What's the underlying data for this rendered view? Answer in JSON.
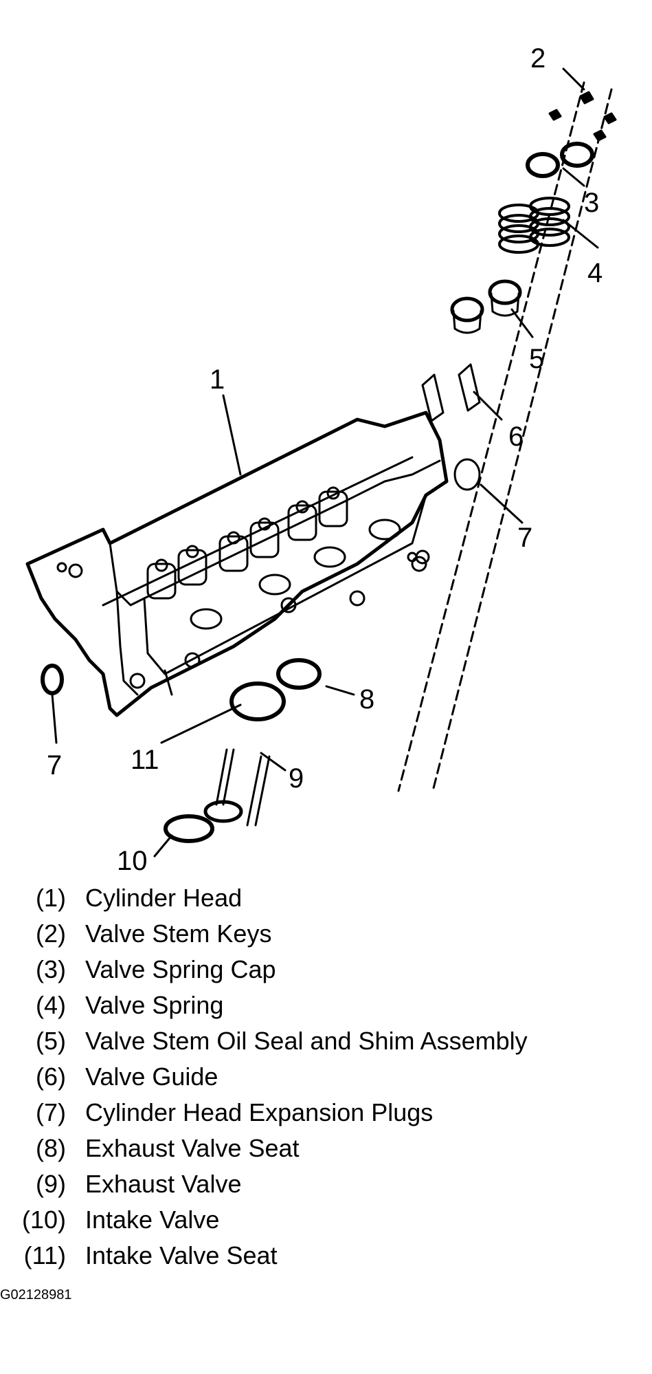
{
  "callouts": [
    {
      "num": "1"
    },
    {
      "num": "2"
    },
    {
      "num": "3"
    },
    {
      "num": "4"
    },
    {
      "num": "5"
    },
    {
      "num": "6"
    },
    {
      "num": "7"
    },
    {
      "num": "7"
    },
    {
      "num": "8"
    },
    {
      "num": "9"
    },
    {
      "num": "10"
    },
    {
      "num": "11"
    }
  ],
  "legend": [
    {
      "num": "(1)",
      "text": "Cylinder Head"
    },
    {
      "num": "(2)",
      "text": "Valve Stem Keys"
    },
    {
      "num": "(3)",
      "text": "Valve Spring Cap"
    },
    {
      "num": "(4)",
      "text": "Valve Spring"
    },
    {
      "num": "(5)",
      "text": "Valve Stem Oil Seal and Shim Assembly"
    },
    {
      "num": "(6)",
      "text": "Valve Guide"
    },
    {
      "num": "(7)",
      "text": "Cylinder Head Expansion Plugs"
    },
    {
      "num": "(8)",
      "text": "Exhaust Valve Seat"
    },
    {
      "num": "(9)",
      "text": "Exhaust Valve"
    },
    {
      "num": "(10)",
      "text": "Intake Valve"
    },
    {
      "num": "(11)",
      "text": "Intake Valve Seat"
    }
  ],
  "figure_id": "G02128981"
}
